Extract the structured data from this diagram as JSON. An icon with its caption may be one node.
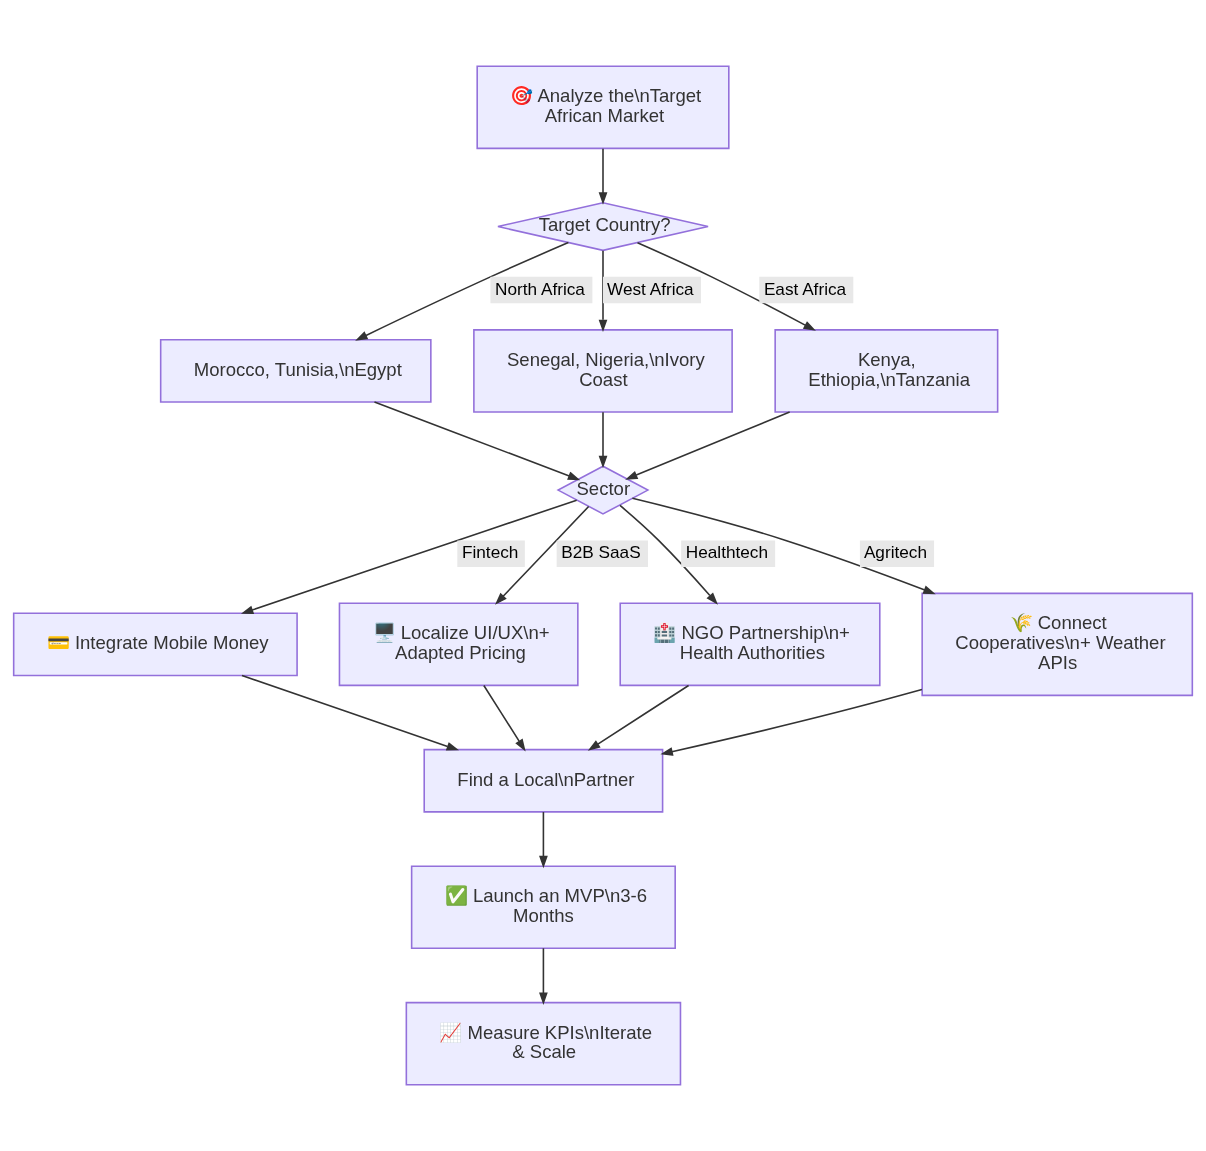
{
  "diagram": {
    "nodes": [
      {
        "text": [
          "🎯 Analyze the\\nTarget African Market"
        ]
      },
      {
        "text": [
          "Target Country?"
        ]
      },
      {
        "text": [
          "Morocco, Tunisia,\\nEgypt"
        ]
      },
      {
        "text": [
          "Senegal, Nigeria,\\nIvory Coast"
        ]
      },
      {
        "text": [
          "Kenya, Ethiopia,\\nTanzania"
        ]
      },
      {
        "text": [
          "Sector"
        ]
      },
      {
        "text": [
          "💳 Integrate Mobile Money"
        ]
      },
      {
        "text": [
          "🖥️ Localize UI/UX\\n+ Adapted Pricing"
        ]
      },
      {
        "text": [
          "🏥 NGO Partnership\\n+ Health Authorities"
        ]
      },
      {
        "text": [
          "🌾 Connect Cooperatives\\n+ Weather APIs"
        ]
      },
      {
        "text": [
          "Find a Local\\nPartner"
        ]
      },
      {
        "text": [
          "✅ Launch an MVP\\n3-6 Months"
        ]
      },
      {
        "text": [
          "📈 Measure KPIs\\nIterate & Scale"
        ]
      }
    ],
    "edges": [
      {
        "from": 0,
        "to": 1,
        "arrow": "to"
      },
      {
        "from": 1,
        "to": 2,
        "arrow": "to",
        "label": "North Africa"
      },
      {
        "from": 1,
        "to": 3,
        "arrow": "to",
        "label": "West Africa"
      },
      {
        "from": 1,
        "to": 4,
        "arrow": "to",
        "label": "East Africa"
      },
      {
        "from": 2,
        "to": 5,
        "arrow": "to"
      },
      {
        "from": 3,
        "to": 5,
        "arrow": "to"
      },
      {
        "from": 4,
        "to": 5,
        "arrow": "to"
      },
      {
        "from": 5,
        "to": 6,
        "arrow": "to",
        "label": "Fintech"
      },
      {
        "from": 5,
        "to": 7,
        "arrow": "to",
        "label": "B2B SaaS"
      },
      {
        "from": 5,
        "to": 8,
        "arrow": "to",
        "label": "Healthtech"
      },
      {
        "from": 5,
        "to": 9,
        "arrow": "to",
        "label": "Agritech"
      },
      {
        "from": 6,
        "to": 10,
        "arrow": "to"
      },
      {
        "from": 7,
        "to": 10,
        "arrow": "to"
      },
      {
        "from": 8,
        "to": 10,
        "arrow": "to"
      },
      {
        "from": 9,
        "to": 10,
        "arrow": "to"
      },
      {
        "from": 10,
        "to": 11,
        "arrow": "to"
      },
      {
        "from": 11,
        "to": 12,
        "arrow": "to"
      }
    ]
  }
}
